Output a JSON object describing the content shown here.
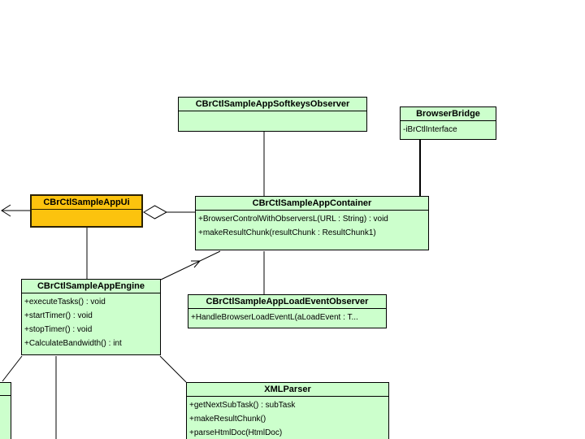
{
  "diagram": {
    "type": "uml-class-diagram",
    "background": "#ffffff",
    "colors": {
      "class_fill": "#ccffcc",
      "class_border": "#000000",
      "selected_class_fill": "#fcc30e",
      "selected_class_border": "#2b2100",
      "connector": "#000000"
    },
    "classes": [
      {
        "name": "CBrCtlSampleAppSoftkeysObserver",
        "attributes": [],
        "methods": []
      },
      {
        "name": "BrowserBridge",
        "attributes": [
          "-iBrCtlInterface"
        ],
        "methods": []
      },
      {
        "name": "CBrCtlSampleAppUi",
        "attributes": [],
        "methods": [],
        "selected": true
      },
      {
        "name": "CBrCtlSampleAppContainer",
        "attributes": [],
        "methods": [
          "+BrowserControlWithObserversL(URL : String) : void",
          "+makeResultChunk(resultChunk : ResultChunk1)"
        ]
      },
      {
        "name": "CBrCtlSampleAppEngine",
        "attributes": [],
        "methods": [
          "+executeTasks() : void",
          "+startTimer() : void",
          "+stopTimer() : void",
          "+CalculateBandwidth() : int"
        ]
      },
      {
        "name": "CBrCtlSampleAppLoadEventObserver",
        "attributes": [],
        "methods": [
          "+HandleBrowserLoadEventL(aLoadEvent : T..."
        ]
      },
      {
        "name": "XMLParser",
        "attributes": [],
        "methods": [
          "+getNextSubTask() : subTask",
          "+makeResultChunk()",
          "+parseHtmlDoc(HtmlDoc)"
        ]
      }
    ],
    "relationships": [
      {
        "from": "CBrCtlSampleAppUi",
        "to": "off-screen-left",
        "type": "directed-association"
      },
      {
        "from": "CBrCtlSampleAppUi",
        "to": "CBrCtlSampleAppContainer",
        "type": "aggregation"
      },
      {
        "from": "CBrCtlSampleAppUi",
        "to": "CBrCtlSampleAppEngine",
        "type": "association"
      },
      {
        "from": "CBrCtlSampleAppSoftkeysObserver",
        "to": "CBrCtlSampleAppContainer",
        "type": "association"
      },
      {
        "from": "BrowserBridge",
        "to": "CBrCtlSampleAppContainer",
        "type": "association"
      },
      {
        "from": "CBrCtlSampleAppEngine",
        "to": "CBrCtlSampleAppContainer",
        "type": "directed-association"
      },
      {
        "from": "CBrCtlSampleAppContainer",
        "to": "CBrCtlSampleAppLoadEventObserver",
        "type": "association"
      },
      {
        "from": "CBrCtlSampleAppEngine",
        "to": "off-screen-bottom-left-class",
        "type": "association"
      },
      {
        "from": "CBrCtlSampleAppEngine",
        "to": "off-screen-bottom",
        "type": "association"
      },
      {
        "from": "CBrCtlSampleAppEngine",
        "to": "XMLParser",
        "type": "association"
      }
    ]
  }
}
